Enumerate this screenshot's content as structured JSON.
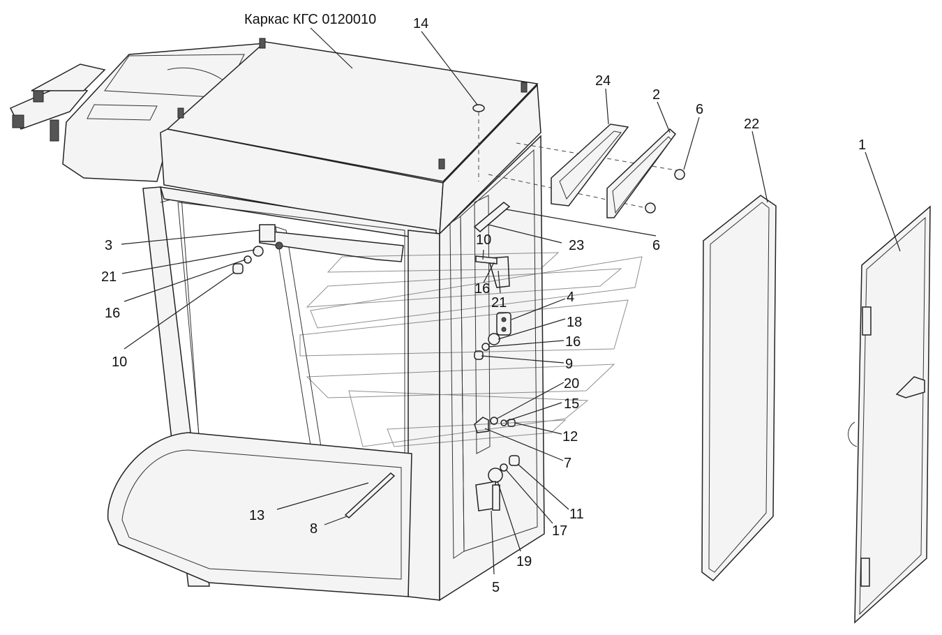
{
  "title": "Каркас КГС 0120010",
  "callouts": [
    "14",
    "24",
    "2",
    "6",
    "22",
    "1",
    "3",
    "10",
    "23",
    "21",
    "16",
    "6",
    "10",
    "16",
    "21",
    "4",
    "18",
    "16",
    "9",
    "20",
    "15",
    "12",
    "7",
    "13",
    "8",
    "11",
    "17",
    "19",
    "5"
  ]
}
